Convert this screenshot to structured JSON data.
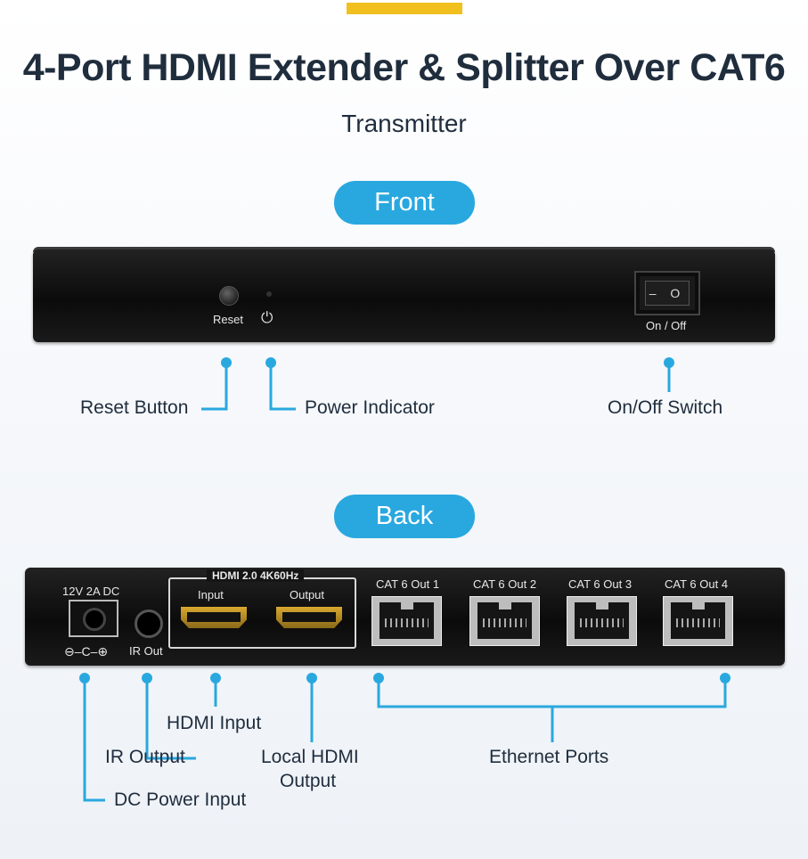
{
  "title": "4-Port HDMI Extender & Splitter Over CAT6",
  "subtitle": "Transmitter",
  "sections": {
    "front": "Front",
    "back": "Back"
  },
  "front_panel": {
    "reset_label": "Reset",
    "switch_label": "On / Off",
    "switch_symbols": "– O"
  },
  "back_panel": {
    "dc_label": "12V 2A DC",
    "polarity": "⊖–C–⊕",
    "ir_label": "IR Out",
    "hdmi_group": "HDMI 2.0 4K60Hz",
    "hdmi_input": "Input",
    "hdmi_output": "Output",
    "ports": [
      "CAT 6 Out 1",
      "CAT 6 Out 2",
      "CAT 6 Out 3",
      "CAT 6 Out 4"
    ]
  },
  "callouts": {
    "reset": "Reset Button",
    "power": "Power Indicator",
    "switch": "On/Off Switch",
    "hdmi_in": "HDMI Input",
    "ir_out": "IR Output",
    "local_hdmi_1": "Local HDMI",
    "local_hdmi_2": "Output",
    "ethernet": "Ethernet Ports",
    "dc_power": "DC Power Input"
  },
  "colors": {
    "accent": "#f2c01e",
    "pill": "#29a8df",
    "callout": "#29a8df",
    "text": "#1f2d3d"
  }
}
